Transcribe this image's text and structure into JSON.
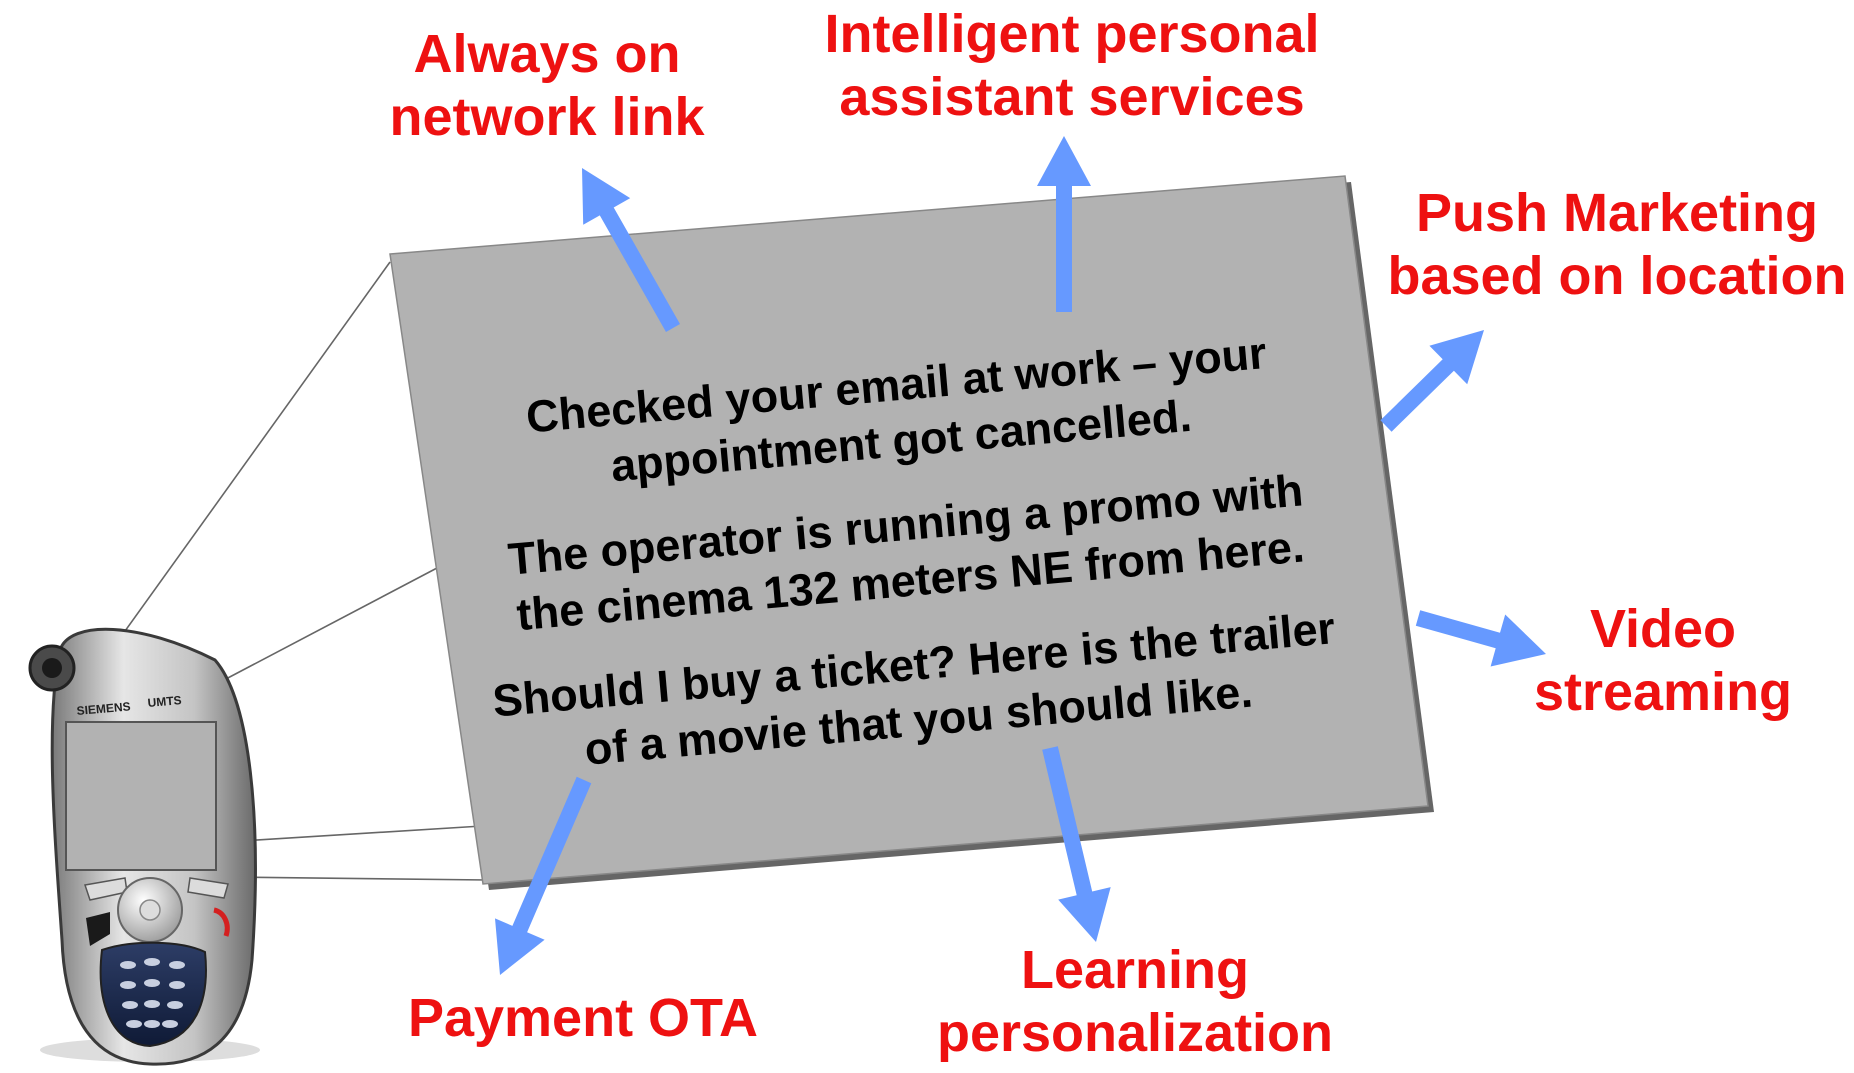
{
  "phone": {
    "brand": "SIEMENS",
    "model_tag": "UMTS"
  },
  "screen_message": {
    "paragraphs": [
      [
        "Checked your email at work – your",
        "appointment got cancelled."
      ],
      [
        "The operator is running a promo with",
        "the cinema 132 meters NE from here."
      ],
      [
        "Should I buy a ticket? Here is the trailer",
        "of a movie that you should like."
      ]
    ]
  },
  "features": {
    "always_on": [
      "Always on",
      "network link"
    ],
    "intelligent_assistant": [
      "Intelligent personal",
      "assistant services"
    ],
    "push_marketing": [
      "Push Marketing",
      "based on location"
    ],
    "video_streaming": [
      "Video",
      "streaming"
    ],
    "learning": [
      "Learning",
      "personalization"
    ],
    "payment": [
      "Payment OTA"
    ]
  },
  "colors": {
    "label_text": "#ee1111",
    "arrow": "#6699ff",
    "panel_fill": "#b2b2b2",
    "panel_shadow": "#666666"
  }
}
